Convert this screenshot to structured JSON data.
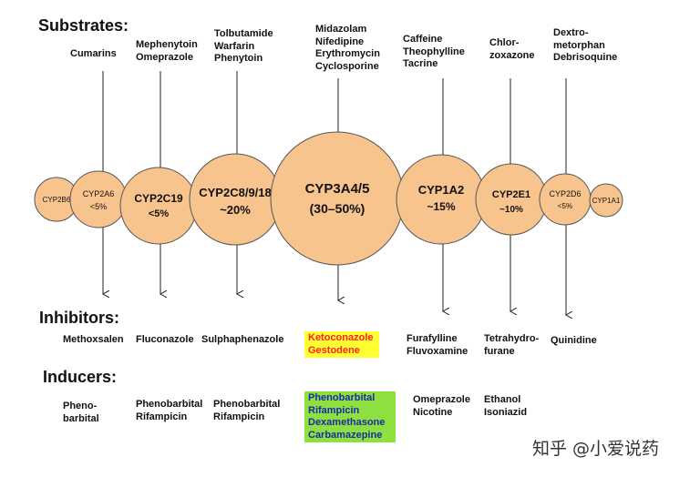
{
  "sections": {
    "substrates": "Substrates:",
    "inhibitors": "Inhibitors:",
    "inducers": "Inducers:"
  },
  "enzymes": [
    {
      "name": "CYP2B6",
      "pct": ""
    },
    {
      "name": "CYP2A6",
      "pct": "<5%"
    },
    {
      "name": "CYP2C19",
      "pct": "<5%"
    },
    {
      "name": "CYP2C8/9/18",
      "pct": "~20%"
    },
    {
      "name": "CYP3A4/5",
      "pct": "(30–50%)"
    },
    {
      "name": "CYP1A2",
      "pct": "~15%"
    },
    {
      "name": "CYP2E1",
      "pct": "~10%"
    },
    {
      "name": "CYP2D6",
      "pct": "<5%"
    },
    {
      "name": "CYP1A1",
      "pct": ""
    }
  ],
  "substrates": [
    [
      "Cumarins"
    ],
    [
      "Mephenytoin",
      "Omeprazole"
    ],
    [
      "Tolbutamide",
      "Warfarin",
      "Phenytoin"
    ],
    [
      "Midazolam",
      "Nifedipine",
      "Erythromycin",
      "Cyclosporine"
    ],
    [
      "Caffeine",
      "Theophylline",
      "Tacrine"
    ],
    [
      "Chlor-",
      "zoxazone"
    ],
    [
      "Dextro-",
      "metorphan",
      "Debrisoquine"
    ]
  ],
  "inhibitors": [
    [
      "Methoxsalen"
    ],
    [
      "Fluconazole"
    ],
    [
      "Sulphaphenazole"
    ],
    [
      "Ketoconazole",
      "Gestodene"
    ],
    [
      "Furafylline",
      "Fluvoxamine"
    ],
    [
      "Tetrahydro-",
      "furane"
    ],
    [
      "Quinidine"
    ]
  ],
  "inducers": [
    [
      "Pheno-",
      "barbital"
    ],
    [
      "Phenobarbital",
      "Rifampicin"
    ],
    [
      "Phenobarbital",
      "Rifampicin"
    ],
    [
      "Phenobarbital",
      "Rifampicin",
      "Dexamethasone",
      "Carbamazepine"
    ],
    [
      "Omeprazole",
      "Nicotine"
    ],
    [
      "Ethanol",
      "Isoniazid"
    ]
  ],
  "colors": {
    "circle_fill": "#f8c48e",
    "circle_stroke": "#555555",
    "inhibitor_highlight_bg": "#ffff33",
    "inhibitor_highlight_text": "#ff2020",
    "inducer_highlight_bg": "#8ee040",
    "inducer_highlight_text": "#1a2aa8"
  },
  "watermark": "知乎 @小爱说药"
}
